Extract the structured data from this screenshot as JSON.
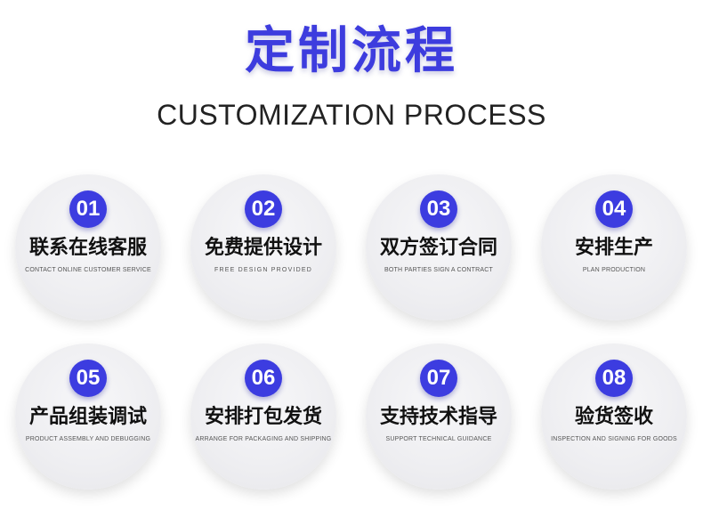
{
  "header": {
    "title_cn": "定制流程",
    "title_en": "CUSTOMIZATION PROCESS"
  },
  "colors": {
    "accent": "#3c3ce0",
    "circle_bg": "#eeeef1",
    "text": "#111111"
  },
  "steps": [
    {
      "num": "01",
      "name": "联系在线客服",
      "sub": "CONTACT ONLINE CUSTOMER SERVICE"
    },
    {
      "num": "02",
      "name": "免费提供设计",
      "sub": "FREE DESIGN PROVIDED"
    },
    {
      "num": "03",
      "name": "双方签订合同",
      "sub": "BOTH PARTIES SIGN A CONTRACT"
    },
    {
      "num": "04",
      "name": "安排生产",
      "sub": "PLAN PRODUCTION"
    },
    {
      "num": "05",
      "name": "产品组装调试",
      "sub": "PRODUCT ASSEMBLY AND DEBUGGING"
    },
    {
      "num": "06",
      "name": "安排打包发货",
      "sub": "ARRANGE FOR PACKAGING AND SHIPPING"
    },
    {
      "num": "07",
      "name": "支持技术指导",
      "sub": "SUPPORT TECHNICAL GUIDANCE"
    },
    {
      "num": "08",
      "name": "验货签收",
      "sub": "INSPECTION AND SIGNING FOR GOODS"
    }
  ]
}
